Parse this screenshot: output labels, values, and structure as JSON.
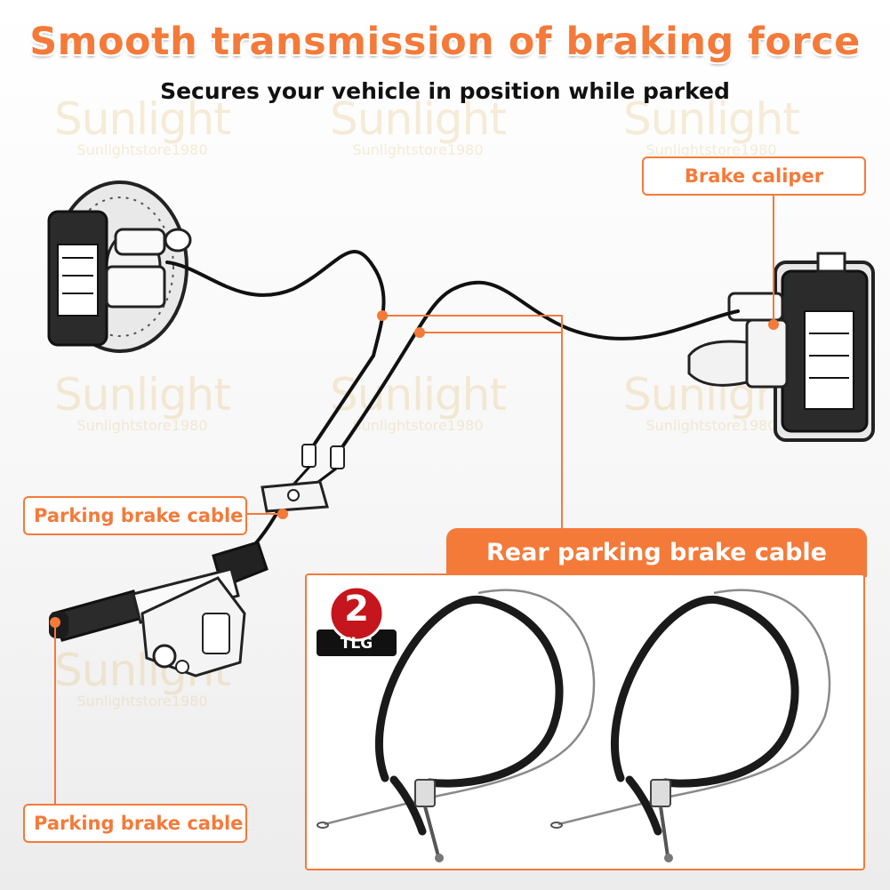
{
  "header": {
    "title": "Smooth transmission of braking force",
    "subtitle": "Secures your vehicle in position while parked"
  },
  "labels": {
    "brake_caliper": "Brake caliper",
    "parking_cable_upper": "Parking brake cable",
    "parking_cable_lower": "Parking brake cable",
    "rear_cable": "Rear parking brake cable"
  },
  "badge": {
    "quantity": "2",
    "unit": "TLG"
  },
  "watermark": {
    "brand": "Sunlight",
    "store": "Sunlightstore1980"
  },
  "colors": {
    "accent": "#f47a3a",
    "text_dark": "#111111",
    "part_dark": "#2b2b2b"
  }
}
